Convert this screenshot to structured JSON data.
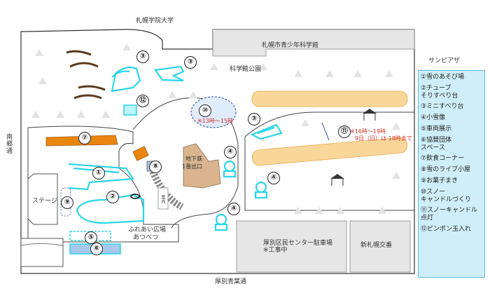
{
  "labels": {
    "univ": "札幌学院大学",
    "science_museum": "札幌市青少年科学館",
    "science_park": "科学館公園",
    "sunpiazza": "サンピアザ",
    "minamigo": "南郷通",
    "aobadori": "厚別青葉通",
    "stage": "ステージ",
    "subway_exit_1": "地下鉄",
    "subway_exit_2": "1番出口",
    "fureai_1": "ふれあい広場",
    "fureai_2": "あつべつ",
    "parking_1": "厚別区民センター駐車場",
    "parking_2": "※工事中",
    "koban": "新札幌交番",
    "time10": "※13時～15時",
    "time11_a": "※16時～19時",
    "time11_b": "9日（日）は 18時まで",
    "small_sign": "案内"
  },
  "markers": {
    "m1": "①",
    "m2": "②",
    "m3": "③",
    "m4": "④",
    "m5": "⑤",
    "m6": "⑥",
    "m7": "⑦",
    "m8": "⑧",
    "m9": "⑨",
    "m10": "⑩",
    "m11": "⑪",
    "m12": "⑫"
  },
  "legend": [
    "①雪のあそび場",
    "②チューブ\nそりすべり台",
    "③ミニすべり台",
    "④小雪像",
    "⑤車両展示",
    "⑥協賛団体\nスペース",
    "⑦飲食コーナー",
    "⑧雪のライブ小屋",
    "⑨お菓子まき",
    "⑩スノー\nキャンドルづくり",
    "⑪スノーキャンドル\n点灯",
    "⑫ピンポン玉入れ"
  ],
  "colors": {
    "snow_feature": "#29d6e8",
    "food_area": "#e8860f",
    "candle_area": "#f9d79b",
    "building_gray": "#e6e6e6",
    "subway_exit": "#d9b48f",
    "legend_bg": "#cfeef9",
    "accent_red": "#d0302a"
  }
}
